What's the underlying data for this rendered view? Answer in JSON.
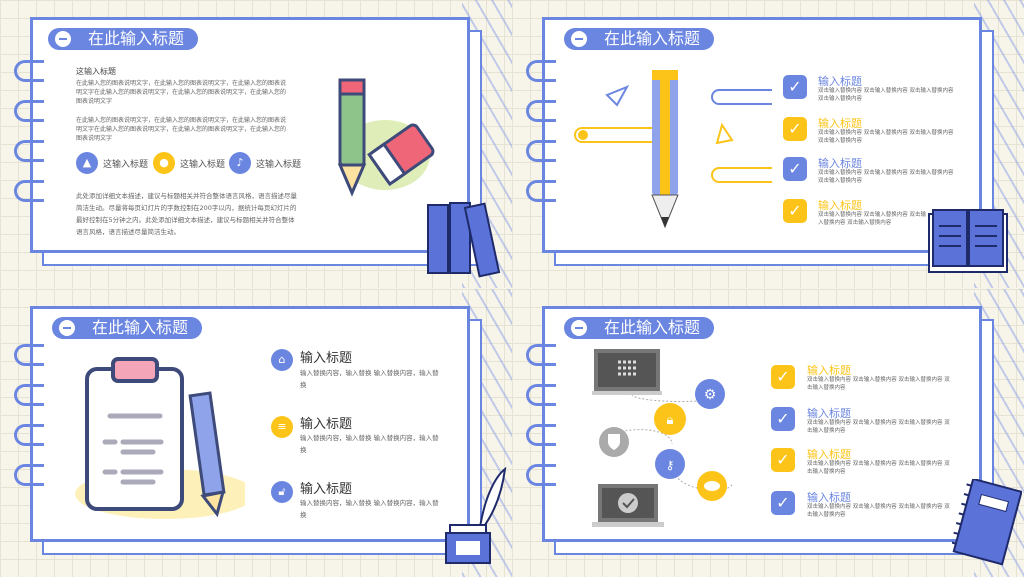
{
  "slide_title": "在此输入标题",
  "slide1": {
    "heading": "这输入标题",
    "para1": "在此输入您的图表说明文字，在此输入您的图表说明文字，在此输入您的图表说明文字在此输入您的图表说明文字，在此输入您的图表说明文字，在此输入您的图表说明文字",
    "para2": "在此输入您的图表说明文字，在此输入您的图表说明文字，在此输入您的图表说明文字在此输入您的图表说明文字，在此输入您的图表说明文字，在此输入您的图表说明文字",
    "icons": [
      {
        "label": "这输入标题",
        "icon": "fire-icon"
      },
      {
        "label": "这输入标题",
        "icon": "chat-icon"
      },
      {
        "label": "这输入标题",
        "icon": "bell-icon"
      }
    ],
    "body": "此处添加详细文本描述，建议与标题相关并符合整体语言风格，语言描述尽量简洁生动。尽量将每页幻灯片的字数控制在200字以内，据统计每页幻灯片的最好控制在5分钟之内。此处添加详细文本描述，建议与标题相关并符合整体语言风格，语言描述尽量简洁生动。"
  },
  "slide2": {
    "items": [
      {
        "title": "输入标题",
        "text": "双击输入替换内容 双击输入替换内容 双击输入替换内容 双击输入替换内容",
        "color": "#6b86e0"
      },
      {
        "title": "输入标题",
        "text": "双击输入替换内容 双击输入替换内容 双击输入替换内容 双击输入替换内容",
        "color": "#fcc419"
      },
      {
        "title": "输入标题",
        "text": "双击输入替换内容 双击输入替换内容 双击输入替换内容 双击输入替换内容",
        "color": "#6b86e0"
      },
      {
        "title": "输入标题",
        "text": "双击输入替换内容 双击输入替换内容 双击输入替换内容 双击输入替换内容",
        "color": "#fcc419"
      }
    ]
  },
  "slide3": {
    "items": [
      {
        "title": "输入标题",
        "text": "输入替换内容，输入替换 输入替换内容，输入替换",
        "icon": "home-icon"
      },
      {
        "title": "输入标题",
        "text": "输入替换内容，输入替换 输入替换内容，输入替换",
        "icon": "stack-icon"
      },
      {
        "title": "输入标题",
        "text": "输入替换内容，输入替换 输入替换内容，输入替换",
        "icon": "unlock-icon"
      }
    ]
  },
  "slide4": {
    "items": [
      {
        "title": "输入标题",
        "text": "双击输入替换内容 双击输入替换内容 双击输入替换内容 双击输入替换内容",
        "color": "#fcc419"
      },
      {
        "title": "输入标题",
        "text": "双击输入替换内容 双击输入替换内容 双击输入替换内容 双击输入替换内容",
        "color": "#6b86e0"
      },
      {
        "title": "输入标题",
        "text": "双击输入替换内容 双击输入替换内容 双击输入替换内容 双击输入替换内容",
        "color": "#fcc419"
      },
      {
        "title": "输入标题",
        "text": "双击输入替换内容 双击输入替换内容 双击输入替换内容 双击输入替换内容",
        "color": "#6b86e0"
      }
    ]
  }
}
